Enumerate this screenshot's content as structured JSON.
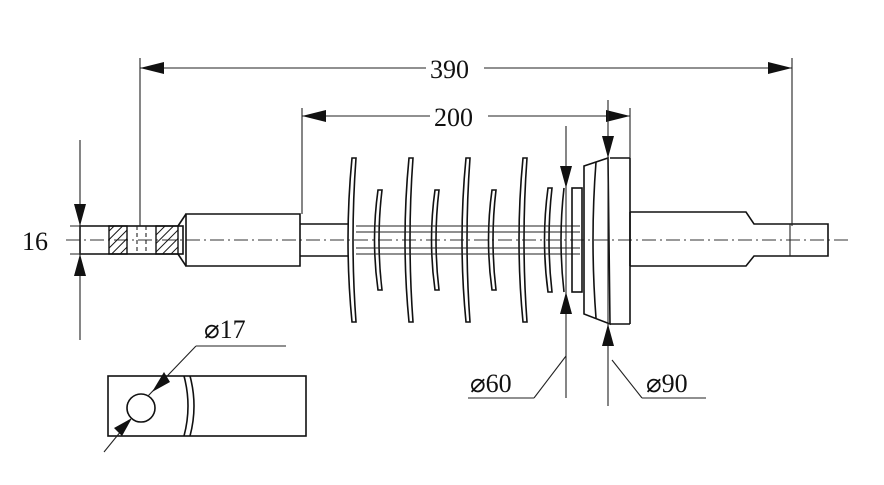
{
  "dimensions": {
    "overall_length": "390",
    "shed_section_length": "200",
    "end_fitting_thickness": "16",
    "hole_diameter": "⌀17",
    "shed_small_diameter": "⌀60",
    "shed_large_diameter": "⌀90"
  }
}
